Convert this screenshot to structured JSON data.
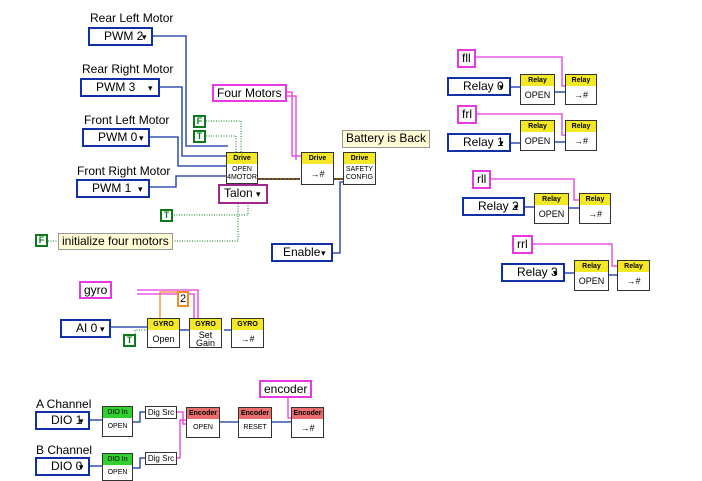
{
  "motors": {
    "rear_left_label": "Rear Left Motor",
    "rear_left_value": "PWM 2",
    "rear_right_label": "Rear Right Motor",
    "rear_right_value": "PWM 3",
    "front_left_label": "Front Left Motor",
    "front_left_value": "PWM 0",
    "front_right_label": "Front Right Motor",
    "front_right_value": "PWM 1"
  },
  "drive": {
    "four_motors_label": "Four Motors",
    "battery_comment": "Battery is Back",
    "vi1_header": "Drive",
    "vi1_body_line1": "OPEN",
    "vi1_body_line2": "4MOTOR",
    "vi2_header": "Drive",
    "vi3_header": "Drive",
    "vi3_body_line1": "SAFETY",
    "vi3_body_line2": "CONFIG",
    "talon_value": "Talon",
    "enable_value": "Enable",
    "bool_f": "F",
    "bool_t": "T",
    "init_comment": "initialize four motors"
  },
  "relays": [
    {
      "name": "fll",
      "value": "Relay 0",
      "open_header": "Relay",
      "open_body": "OPEN",
      "write_header": "Relay"
    },
    {
      "name": "frl",
      "value": "Relay 1",
      "open_header": "Relay",
      "open_body": "OPEN",
      "write_header": "Relay"
    },
    {
      "name": "rll",
      "value": "Relay 2",
      "open_header": "Relay",
      "open_body": "OPEN",
      "write_header": "Relay"
    },
    {
      "name": "rrl",
      "value": "Relay 3",
      "open_header": "Relay",
      "open_body": "OPEN",
      "write_header": "Relay"
    }
  ],
  "gyro": {
    "name": "gyro",
    "channel": "AI 0",
    "gain_value": "2",
    "open_header": "GYRO",
    "open_body": "Open",
    "gain_header": "GYRO",
    "gain_body_line1": "Set",
    "gain_body_line2": "Gain",
    "write_header": "GYRO"
  },
  "encoder": {
    "name": "encoder",
    "a_label": "A Channel",
    "a_value": "DIO 1",
    "b_label": "B Channel",
    "b_value": "DIO 0",
    "dio_header": "DIO In",
    "dio_body": "OPEN",
    "dig_src": "Dig Src",
    "open_header": "Encoder",
    "open_body": "OPEN",
    "reset_header": "Encoder",
    "reset_body": "RESET",
    "write_header": "Encoder"
  },
  "icons": {
    "ring_arrow": "▾",
    "write_glyph": "→#"
  },
  "colors": {
    "refnum_wire": "#1030a8",
    "string_wire": "#e838e0",
    "bool_wire": "#0a7a1a",
    "cluster_wire": "#8a5a00",
    "numeric_wire": "#f08a24"
  }
}
